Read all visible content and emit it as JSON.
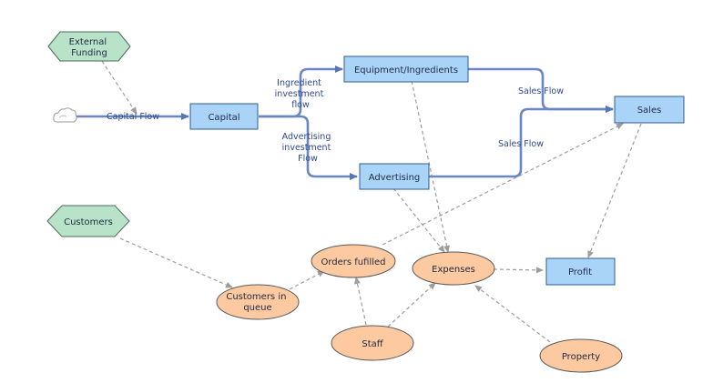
{
  "nodes": {
    "external_funding": "External\nFunding",
    "capital": "Capital",
    "equipment": "Equipment/Ingredients",
    "advertising": "Advertising",
    "sales": "Sales",
    "customers": "Customers",
    "orders_fulfilled": "Orders fufilled",
    "customers_in_queue": "Customers in\nqueue",
    "expenses": "Expenses",
    "profit": "Profit",
    "staff": "Staff",
    "property": "Property"
  },
  "flows": {
    "capital_flow": "Capital Flow",
    "ingredient_flow": "Ingredient\ninvestment\nflow",
    "advertising_flow": "Advertising\ninvestment\nFlow",
    "sales_flow_top": "Sales Flow",
    "sales_flow_bottom": "Sales Flow"
  },
  "icons": {
    "source_cloud": "cloud-icon"
  }
}
